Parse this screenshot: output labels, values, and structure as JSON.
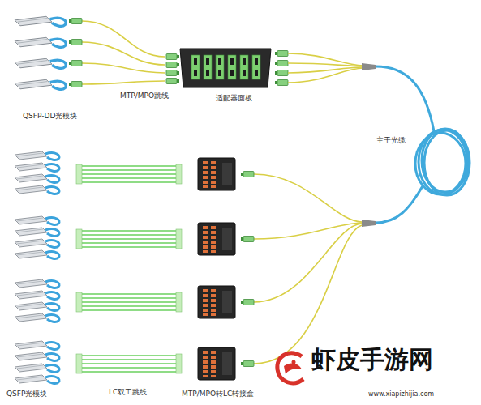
{
  "diagram": {
    "labels": [
      "QSFP-DD光模块",
      "MTP/MPO跳线",
      "适配器面板",
      "主干光缆",
      "QSFP光模块",
      "LC双工跳线",
      "MTP/MPO转LC转接盒",
      "虾皮手游网",
      "www.xiapizhijia.com"
    ]
  }
}
